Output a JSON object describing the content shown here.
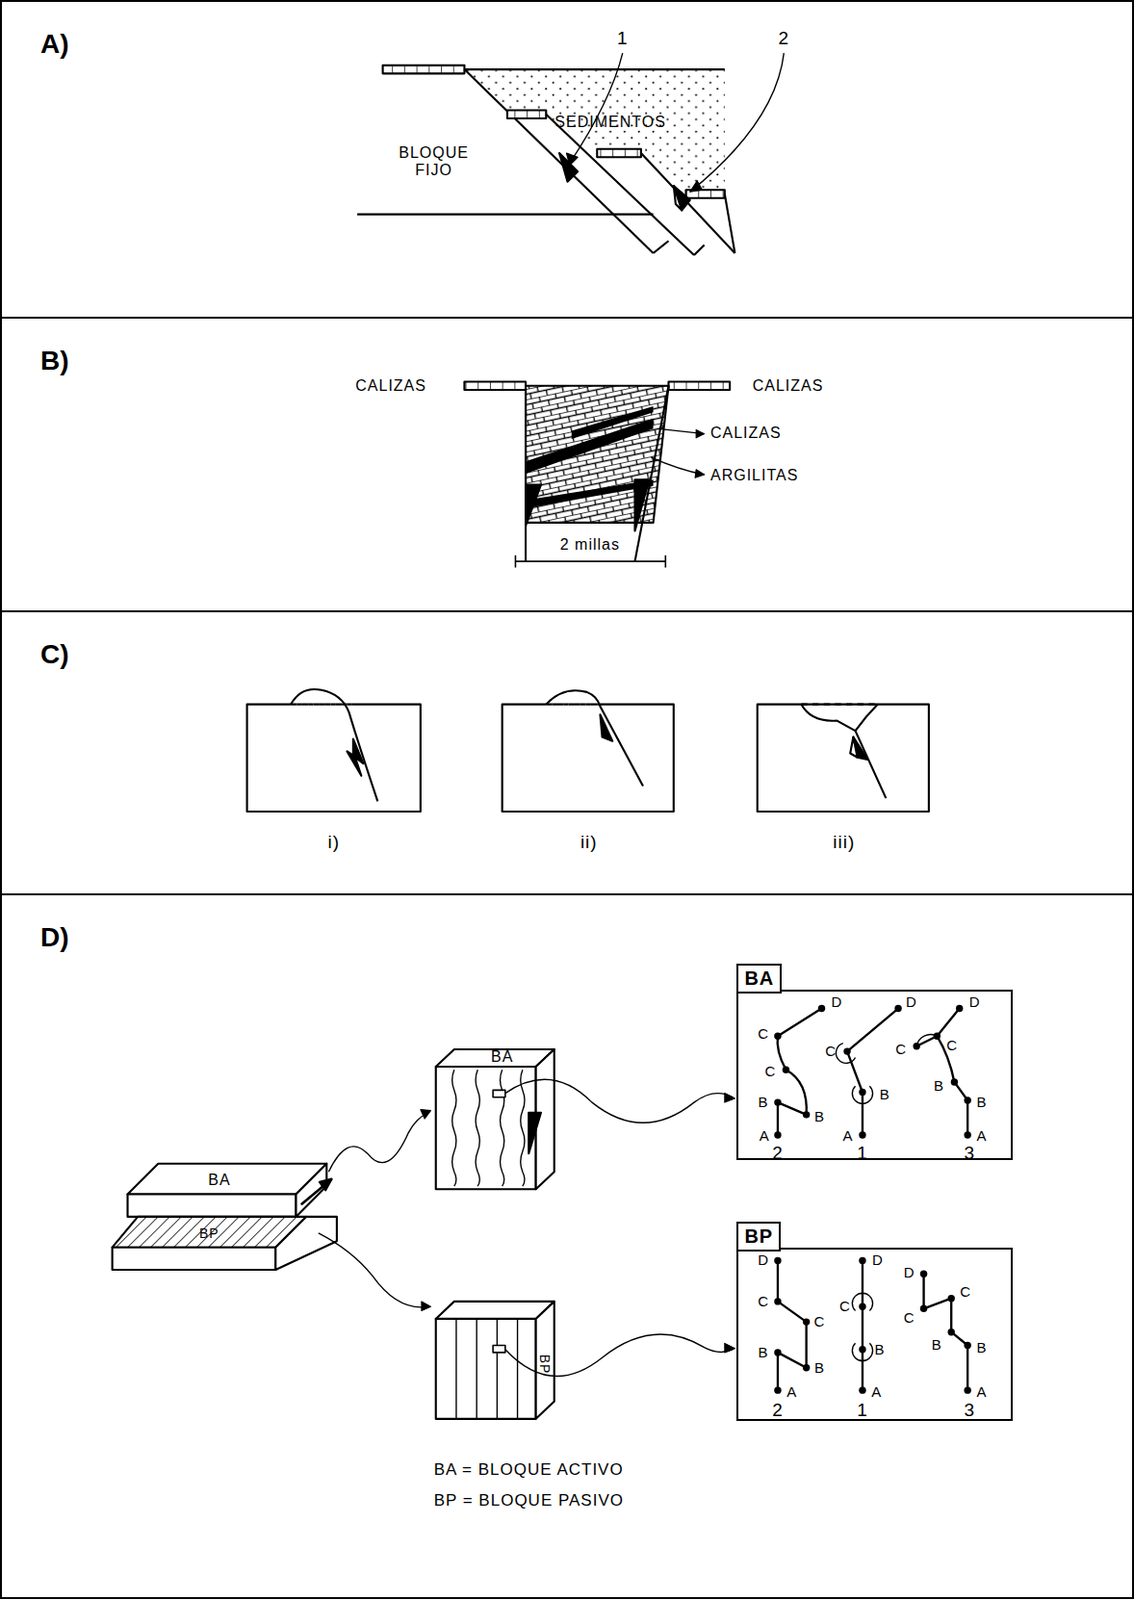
{
  "diagram": {
    "nodes": [
      {
        "text": [
          "A)"
        ]
      },
      {
        "text": [
          "B)"
        ]
      },
      {
        "text": [
          "C)"
        ]
      },
      {
        "text": [
          "D)"
        ]
      },
      {
        "text": [
          "BA"
        ],
        "in": 3
      },
      {
        "text": [
          "BP"
        ],
        "in": 3
      }
    ],
    "labels": [
      "1",
      "2",
      "SEDIMENTOS",
      "BLOQUE FIJO",
      "CALIZAS",
      "CALIZAS",
      "CALIZAS",
      "ARGILITAS",
      "2 millas",
      "i)",
      "ii)",
      "iii)",
      "BA",
      "BP",
      "BA",
      "BP",
      "C",
      "D",
      "C",
      "B",
      "B",
      "A",
      "C",
      "D",
      "B",
      "A",
      "C",
      "D",
      "C",
      "B",
      "B",
      "A",
      "2",
      "1",
      "3",
      "D",
      "C",
      "C",
      "B",
      "B",
      "A",
      "D",
      "C",
      "B",
      "A",
      "D",
      "C",
      "C",
      "B",
      "B",
      "A",
      "2",
      "1",
      "3",
      "BA = BLOQUE ACTIVO",
      "BP = BLOQUE PASIVO"
    ]
  }
}
